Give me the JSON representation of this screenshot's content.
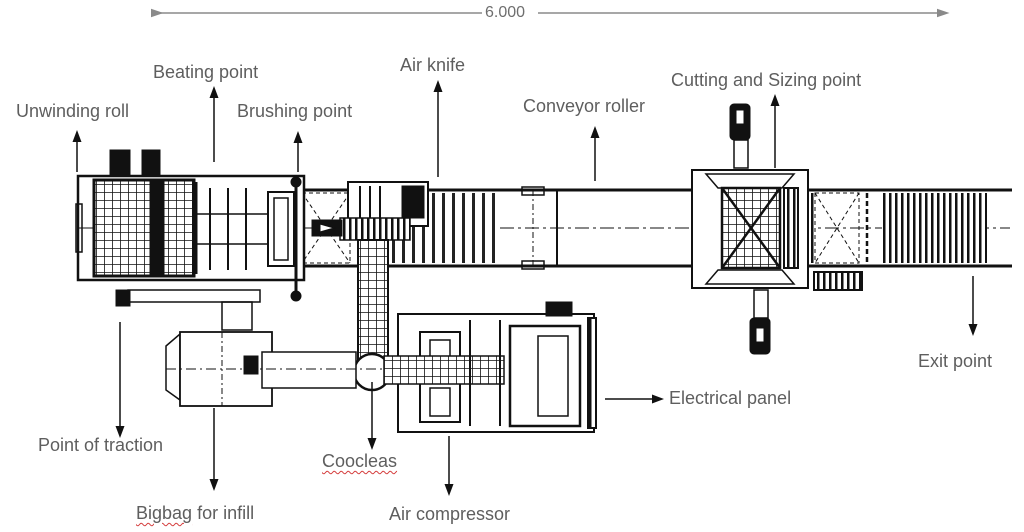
{
  "diagram": {
    "title": "Production line layout",
    "dimension": {
      "value": "6.000"
    },
    "labels": {
      "unwinding_roll": "Unwinding roll",
      "beating_point": "Beating point",
      "brushing_point": "Brushing point",
      "air_knife": "Air knife",
      "conveyor_roller": "Conveyor roller",
      "cutting_sizing": "Cutting and Sizing point",
      "exit_point": "Exit point",
      "electrical_panel": "Electrical panel",
      "air_compressor": "Air compressor",
      "coocleas": "Coocleas",
      "bigbag": "Bigbag for infill",
      "point_of_traction": "Point of traction"
    },
    "spellcheck_flagged": [
      "Coocleas",
      "Bigbag"
    ],
    "colors": {
      "label_text": "#5e5e5e",
      "dimension_line": "#8a8a8a",
      "drawing": "#111111",
      "spellcheck": "#d43b3b"
    }
  }
}
